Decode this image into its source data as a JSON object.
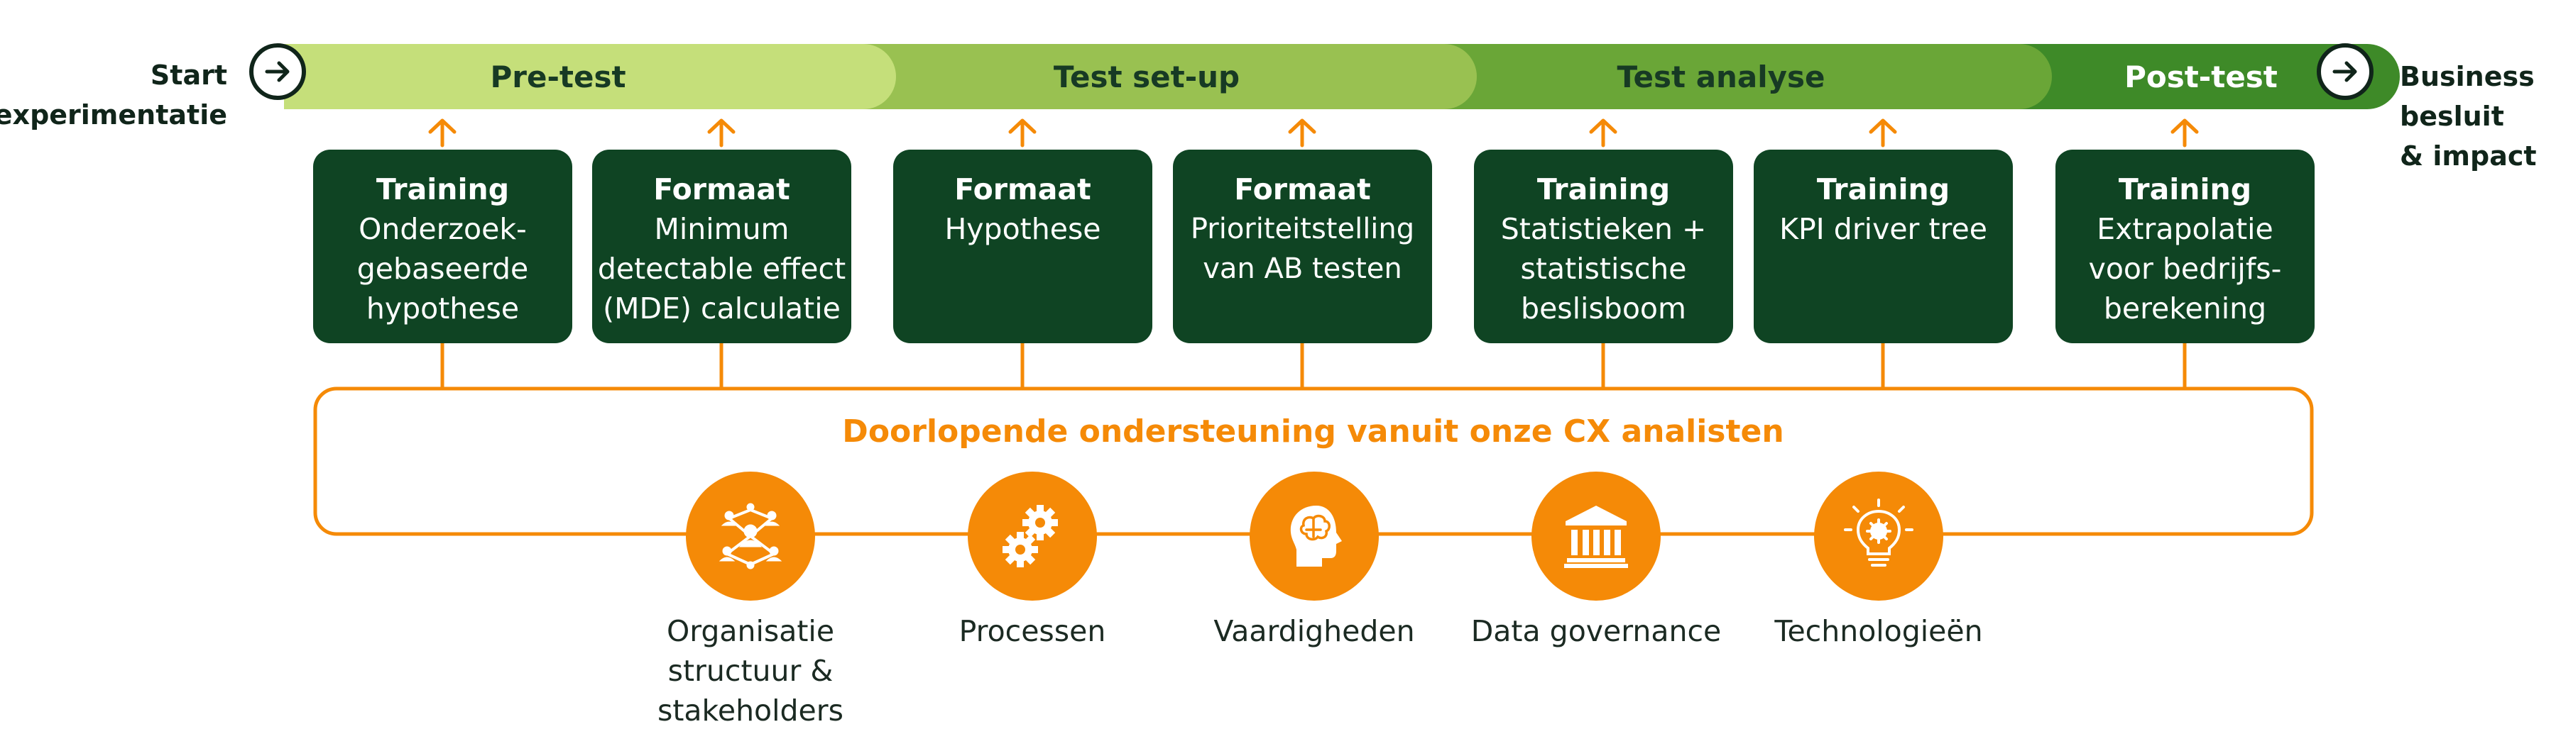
{
  "colors": {
    "phase1": "#c5df7a",
    "phase2": "#99c151",
    "phase3": "#6aa637",
    "phase4": "#3e8a28",
    "card": "#0f4423",
    "accent": "#f58a07"
  },
  "start_label": "Start\nexperimentatie",
  "end_label": "Business\nbesluit\n& impact",
  "phases": [
    "Pre-test",
    "Test set-up",
    "Test analyse",
    "Post-test"
  ],
  "cards": [
    {
      "title": "Training",
      "desc": "Onderzoek-\ngebaseerde\nhypothese"
    },
    {
      "title": "Formaat",
      "desc": "Minimum\ndetectable effect\n(MDE) calculatie"
    },
    {
      "title": "Formaat",
      "desc": "Hypothese"
    },
    {
      "title": "Formaat",
      "desc": "Prioriteitstelling\nvan AB testen"
    },
    {
      "title": "Training",
      "desc": "Statistieken +\nstatistische\nbeslisboom"
    },
    {
      "title": "Training",
      "desc": "KPI driver tree"
    },
    {
      "title": "Training",
      "desc": "Extrapolatie\nvoor bedrijfs-\nberekening"
    }
  ],
  "support": {
    "title": "Doorlopende ondersteuning vanuit onze CX analisten",
    "items": [
      {
        "label": "Organisatie\nstructuur &\nstakeholders",
        "icon": "network-people-icon"
      },
      {
        "label": "Processen",
        "icon": "gears-icon"
      },
      {
        "label": "Vaardigheden",
        "icon": "brain-head-icon"
      },
      {
        "label": "Data governance",
        "icon": "institution-building-icon"
      },
      {
        "label": "Technologieën",
        "icon": "lightbulb-gear-icon"
      }
    ]
  }
}
